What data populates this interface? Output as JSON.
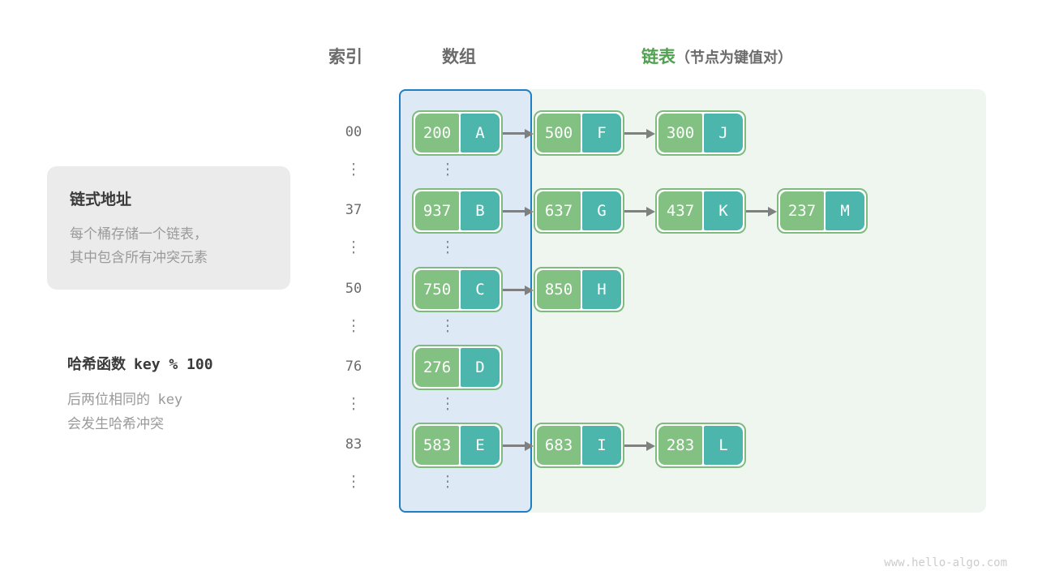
{
  "headers": {
    "index": "索引",
    "array": "数组",
    "linked_list": "链表",
    "linked_list_sub": "（节点为键值对）"
  },
  "info_card": {
    "title": "链式地址",
    "line1": "每个桶存储一个链表，",
    "line2": "其中包含所有冲突元素"
  },
  "hash_note": {
    "title_cn": "哈希函数",
    "title_code": "key % 100",
    "body_line1_cn": "后两位相同的",
    "body_line1_code": "key",
    "body_line2": "会发生哈希冲突"
  },
  "ellipsis": "⋮",
  "colors": {
    "array_column_fill": "#ddeaf5",
    "array_column_border": "#1f7ec4",
    "linked_list_fill": "#eff6ef",
    "node_border": "#7fbb7f",
    "node_key_fill": "#82c182",
    "node_value_fill": "#4db6ac",
    "arrow": "#808080",
    "header_green": "#52a052",
    "header_gray": "#6b6b6b",
    "card_fill": "#ebebeb",
    "muted_text": "#9a9a9a"
  },
  "buckets": [
    {
      "index": "00",
      "nodes": [
        {
          "key": "200",
          "value": "A"
        },
        {
          "key": "500",
          "value": "F"
        },
        {
          "key": "300",
          "value": "J"
        }
      ]
    },
    {
      "index": "37",
      "nodes": [
        {
          "key": "937",
          "value": "B"
        },
        {
          "key": "637",
          "value": "G"
        },
        {
          "key": "437",
          "value": "K"
        },
        {
          "key": "237",
          "value": "M"
        }
      ]
    },
    {
      "index": "50",
      "nodes": [
        {
          "key": "750",
          "value": "C"
        },
        {
          "key": "850",
          "value": "H"
        }
      ]
    },
    {
      "index": "76",
      "nodes": [
        {
          "key": "276",
          "value": "D"
        }
      ]
    },
    {
      "index": "83",
      "nodes": [
        {
          "key": "583",
          "value": "E"
        },
        {
          "key": "683",
          "value": "I"
        },
        {
          "key": "283",
          "value": "L"
        }
      ]
    }
  ],
  "watermark": "www.hello-algo.com"
}
